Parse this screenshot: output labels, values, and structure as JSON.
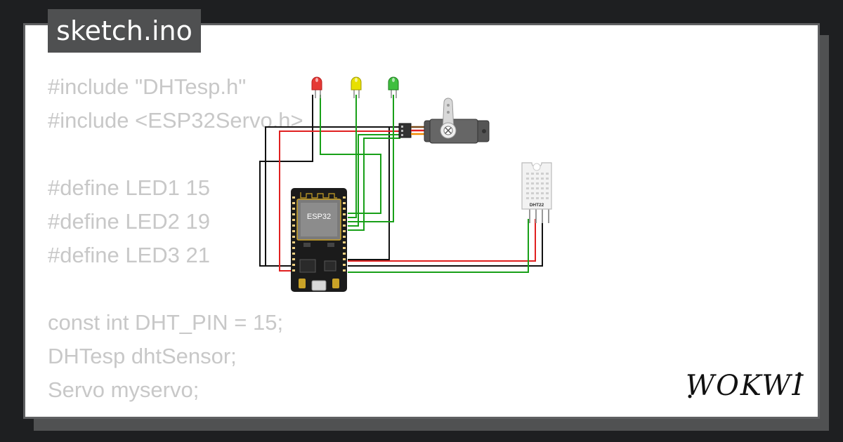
{
  "file_tab": {
    "label": "sketch.ino"
  },
  "code_lines": [
    "#include \"DHTesp.h\"",
    "#include <ESP32Servo.h>",
    "",
    "#define LED1 15",
    "#define LED2 19",
    "#define LED3 21",
    "",
    "const int DHT_PIN = 15;",
    "DHTesp dhtSensor;",
    "Servo myservo;"
  ],
  "diagram": {
    "board_label": "ESP32",
    "sensor_label": "DHT22",
    "leds": [
      {
        "color": "#e53935",
        "name": "red"
      },
      {
        "color": "#e8e000",
        "name": "yellow"
      },
      {
        "color": "#3fbf3f",
        "name": "green"
      }
    ]
  },
  "logo": {
    "text": "WOKWI"
  },
  "colors": {
    "background": "#1e1f21",
    "card": "#ffffff",
    "tab": "#4f5051",
    "code_text": "#c8c8c8",
    "wire_red": "#e02020",
    "wire_green": "#18a018",
    "wire_black": "#111111"
  }
}
